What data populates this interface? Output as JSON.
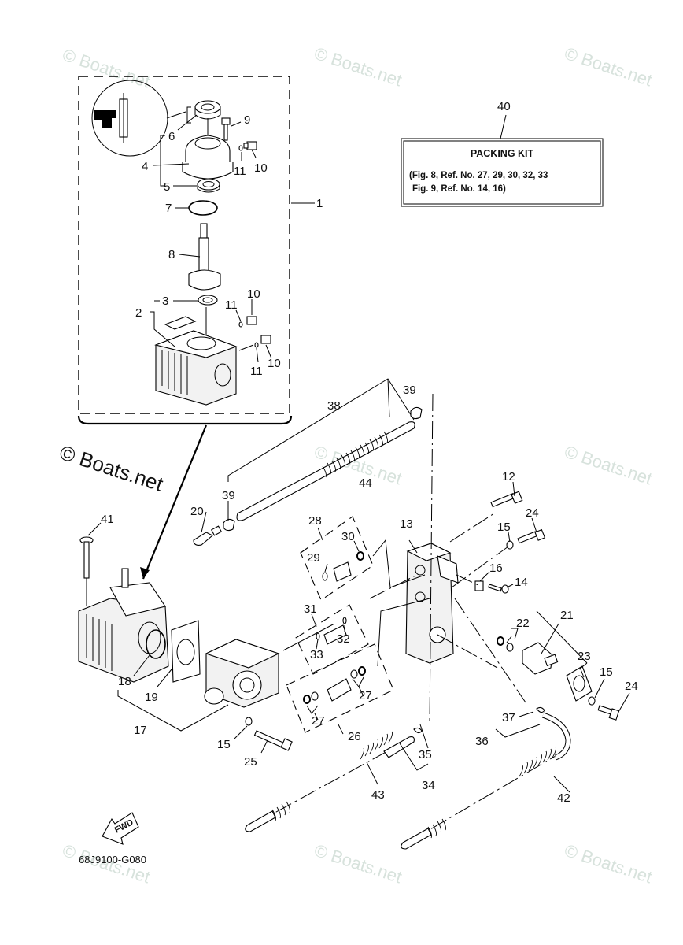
{
  "diagram": {
    "drawing_code": "68J9100-G080",
    "fwd_label": "FWD",
    "watermark": "© Boats.net",
    "watermark_large": "© Boats.net",
    "packing_kit": {
      "ref": "40",
      "title": "PACKING KIT",
      "line1": "(Fig. 8, Ref. No. 27, 29, 30, 32, 33",
      "line2": "Fig. 9, Ref. No. 14, 16)"
    },
    "callouts": {
      "c1": "1",
      "c2": "2",
      "c3": "3",
      "c4": "4",
      "c5": "5",
      "c6": "6",
      "c7": "7",
      "c8": "8",
      "c9": "9",
      "c10a": "10",
      "c10b": "10",
      "c10c": "10",
      "c11a": "11",
      "c11b": "11",
      "c11c": "11",
      "c12": "12",
      "c13": "13",
      "c14": "14",
      "c15a": "15",
      "c15b": "15",
      "c15c": "15",
      "c16": "16",
      "c17": "17",
      "c18": "18",
      "c19": "19",
      "c20": "20",
      "c21": "21",
      "c22": "22",
      "c23": "23",
      "c24a": "24",
      "c24b": "24",
      "c25": "25",
      "c26": "26",
      "c27a": "27",
      "c27b": "27",
      "c28": "28",
      "c29": "29",
      "c30": "30",
      "c31": "31",
      "c32": "32",
      "c33": "33",
      "c34": "34",
      "c35": "35",
      "c36": "36",
      "c37": "37",
      "c38": "38",
      "c39a": "39",
      "c39b": "39",
      "c41": "41",
      "c42": "42",
      "c43": "43",
      "c44": "44"
    }
  }
}
